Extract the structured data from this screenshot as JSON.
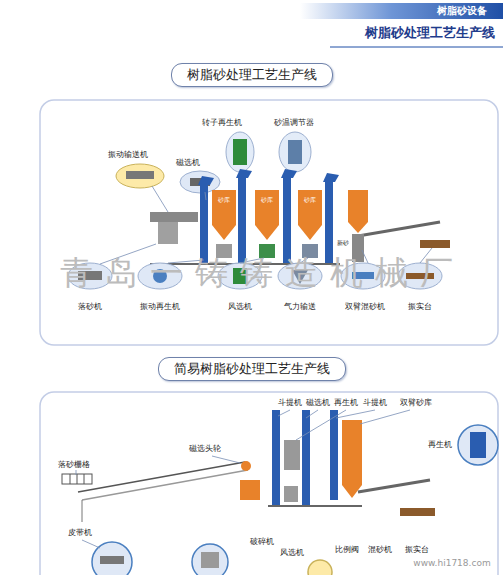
{
  "diagram": {
    "title": "树脂砂处理工艺生产线",
    "nodes": [
      {
        "text": [
          "树脂砂处理工艺生产线"
        ]
      },
      {
        "text": [
          "简易树脂砂处理工艺生产线"
        ]
      }
    ],
    "labels": [
      "树脂砂设备",
      "振动输送机",
      "磁选机",
      "转子再生机",
      "砂温调节器",
      "砂库",
      "砂库",
      "砂库",
      "新砂",
      "落砂机",
      "振动再生机",
      "风选机",
      "气力输送",
      "双臂混砂机",
      "振实台",
      "青岛一铸铸造机械厂",
      "斗提机",
      "磁选机",
      "再生机",
      "斗提机",
      "双臂砂库",
      "再生机",
      "磁选头轮",
      "落砂栅格",
      "皮带机",
      "破碎机",
      "风选机",
      "比例阀",
      "混砂机",
      "振实台",
      "www.hi1718.com"
    ]
  }
}
